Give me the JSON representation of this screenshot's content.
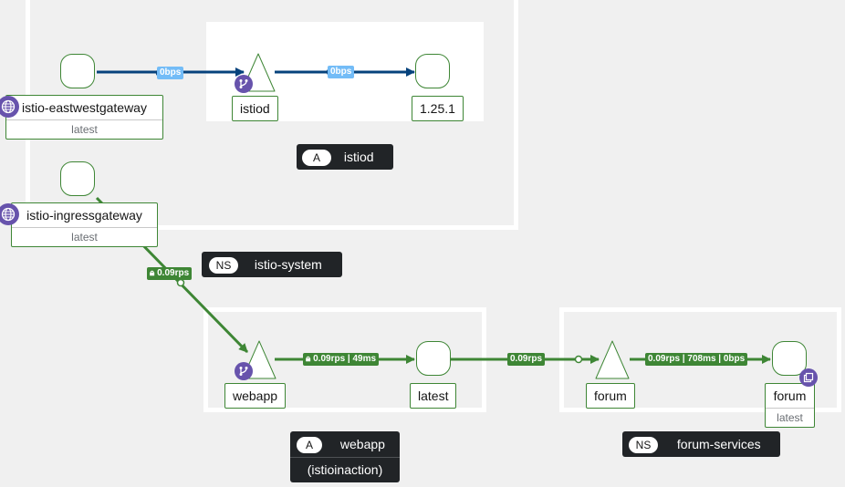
{
  "colors": {
    "green": "#3e8635",
    "blue": "#06427c",
    "purple": "#6753ac",
    "dark": "#212427"
  },
  "boxes": {
    "istiod_app": {
      "badge": "A",
      "name": "istiod"
    },
    "istio_system_ns": {
      "badge": "NS",
      "name": "istio-system"
    },
    "webapp_app": {
      "badge": "A",
      "name": "webapp",
      "subtitle": "(istioinaction)"
    },
    "forum_ns": {
      "badge": "NS",
      "name": "forum-services"
    }
  },
  "nodes": {
    "eastwest": {
      "name": "istio-eastwestgateway",
      "version": "latest",
      "icon": "globe-icon"
    },
    "ingress": {
      "name": "istio-ingressgateway",
      "version": "latest",
      "icon": "globe-icon"
    },
    "istiod_svc": {
      "name": "istiod",
      "icon": "branch-icon"
    },
    "istiod_ver": {
      "name": "1.25.1"
    },
    "webapp_svc": {
      "name": "webapp",
      "icon": "branch-icon"
    },
    "webapp_ver": {
      "name": "latest"
    },
    "forum_svc": {
      "name": "forum"
    },
    "forum_wl": {
      "name": "forum",
      "version": "latest",
      "icon": "copy-icon"
    }
  },
  "edges": {
    "eastwest_istiod": "0bps",
    "istiod_ver": "0bps",
    "ingress_webapp": "0.09rps",
    "webapp_latest": "0.09rps | 49ms",
    "latest_forum": "0.09rps",
    "forum_wl": "0.09rps | 708ms | 0bps"
  }
}
